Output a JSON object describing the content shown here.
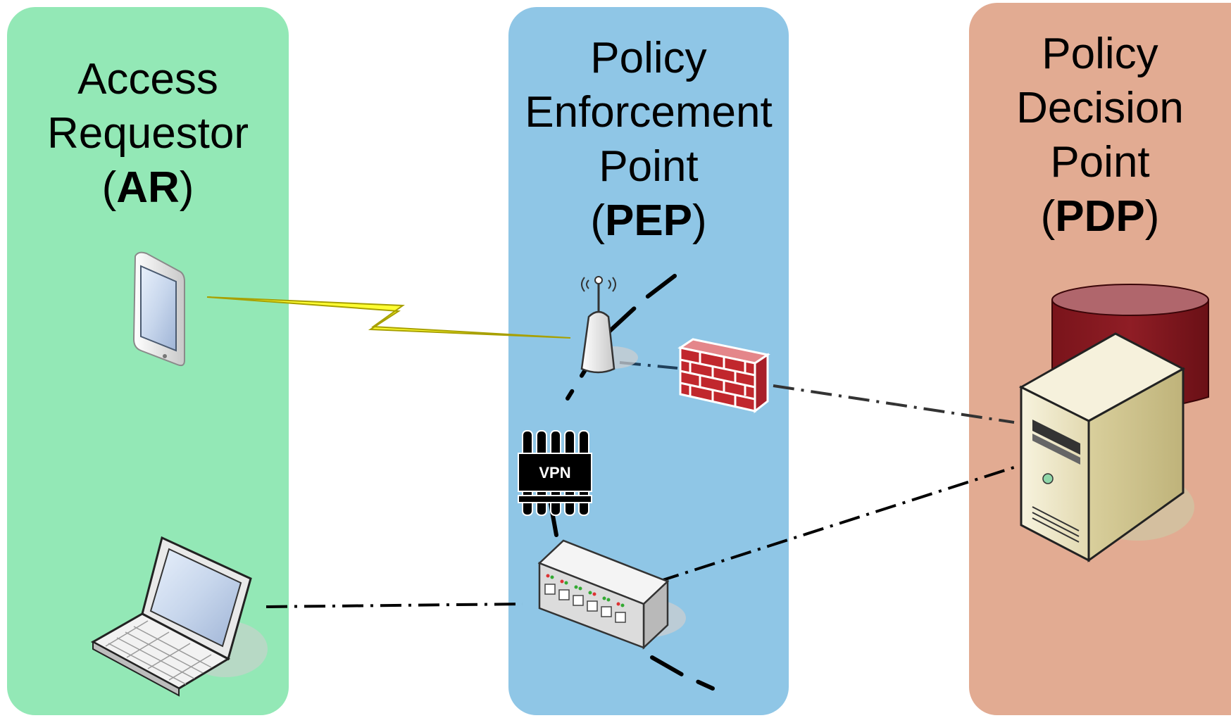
{
  "colors": {
    "ar_panel": "#93e8b6",
    "pep_panel": "#8fc6e6",
    "pdp_panel": "#e2ab92",
    "wireless_bolt": "#ffff33",
    "firewall_brick": "#c1272d",
    "database": "#8e1a22",
    "server": "#efe9c8"
  },
  "columns": [
    {
      "id": "ar",
      "lines": [
        "Access",
        "Requestor"
      ],
      "abbr": "AR"
    },
    {
      "id": "pep",
      "lines": [
        "Policy",
        "Enforcement",
        "Point"
      ],
      "abbr": "PEP"
    },
    {
      "id": "pdp",
      "lines": [
        "Policy",
        "Decision",
        "Point"
      ],
      "abbr": "PDP"
    }
  ],
  "devices": {
    "vpn_label": "VPN"
  },
  "icons": [
    "tablet-icon",
    "laptop-icon",
    "wireless-access-point-icon",
    "firewall-icon",
    "vpn-gateway-icon",
    "network-switch-icon",
    "server-icon",
    "database-icon"
  ]
}
